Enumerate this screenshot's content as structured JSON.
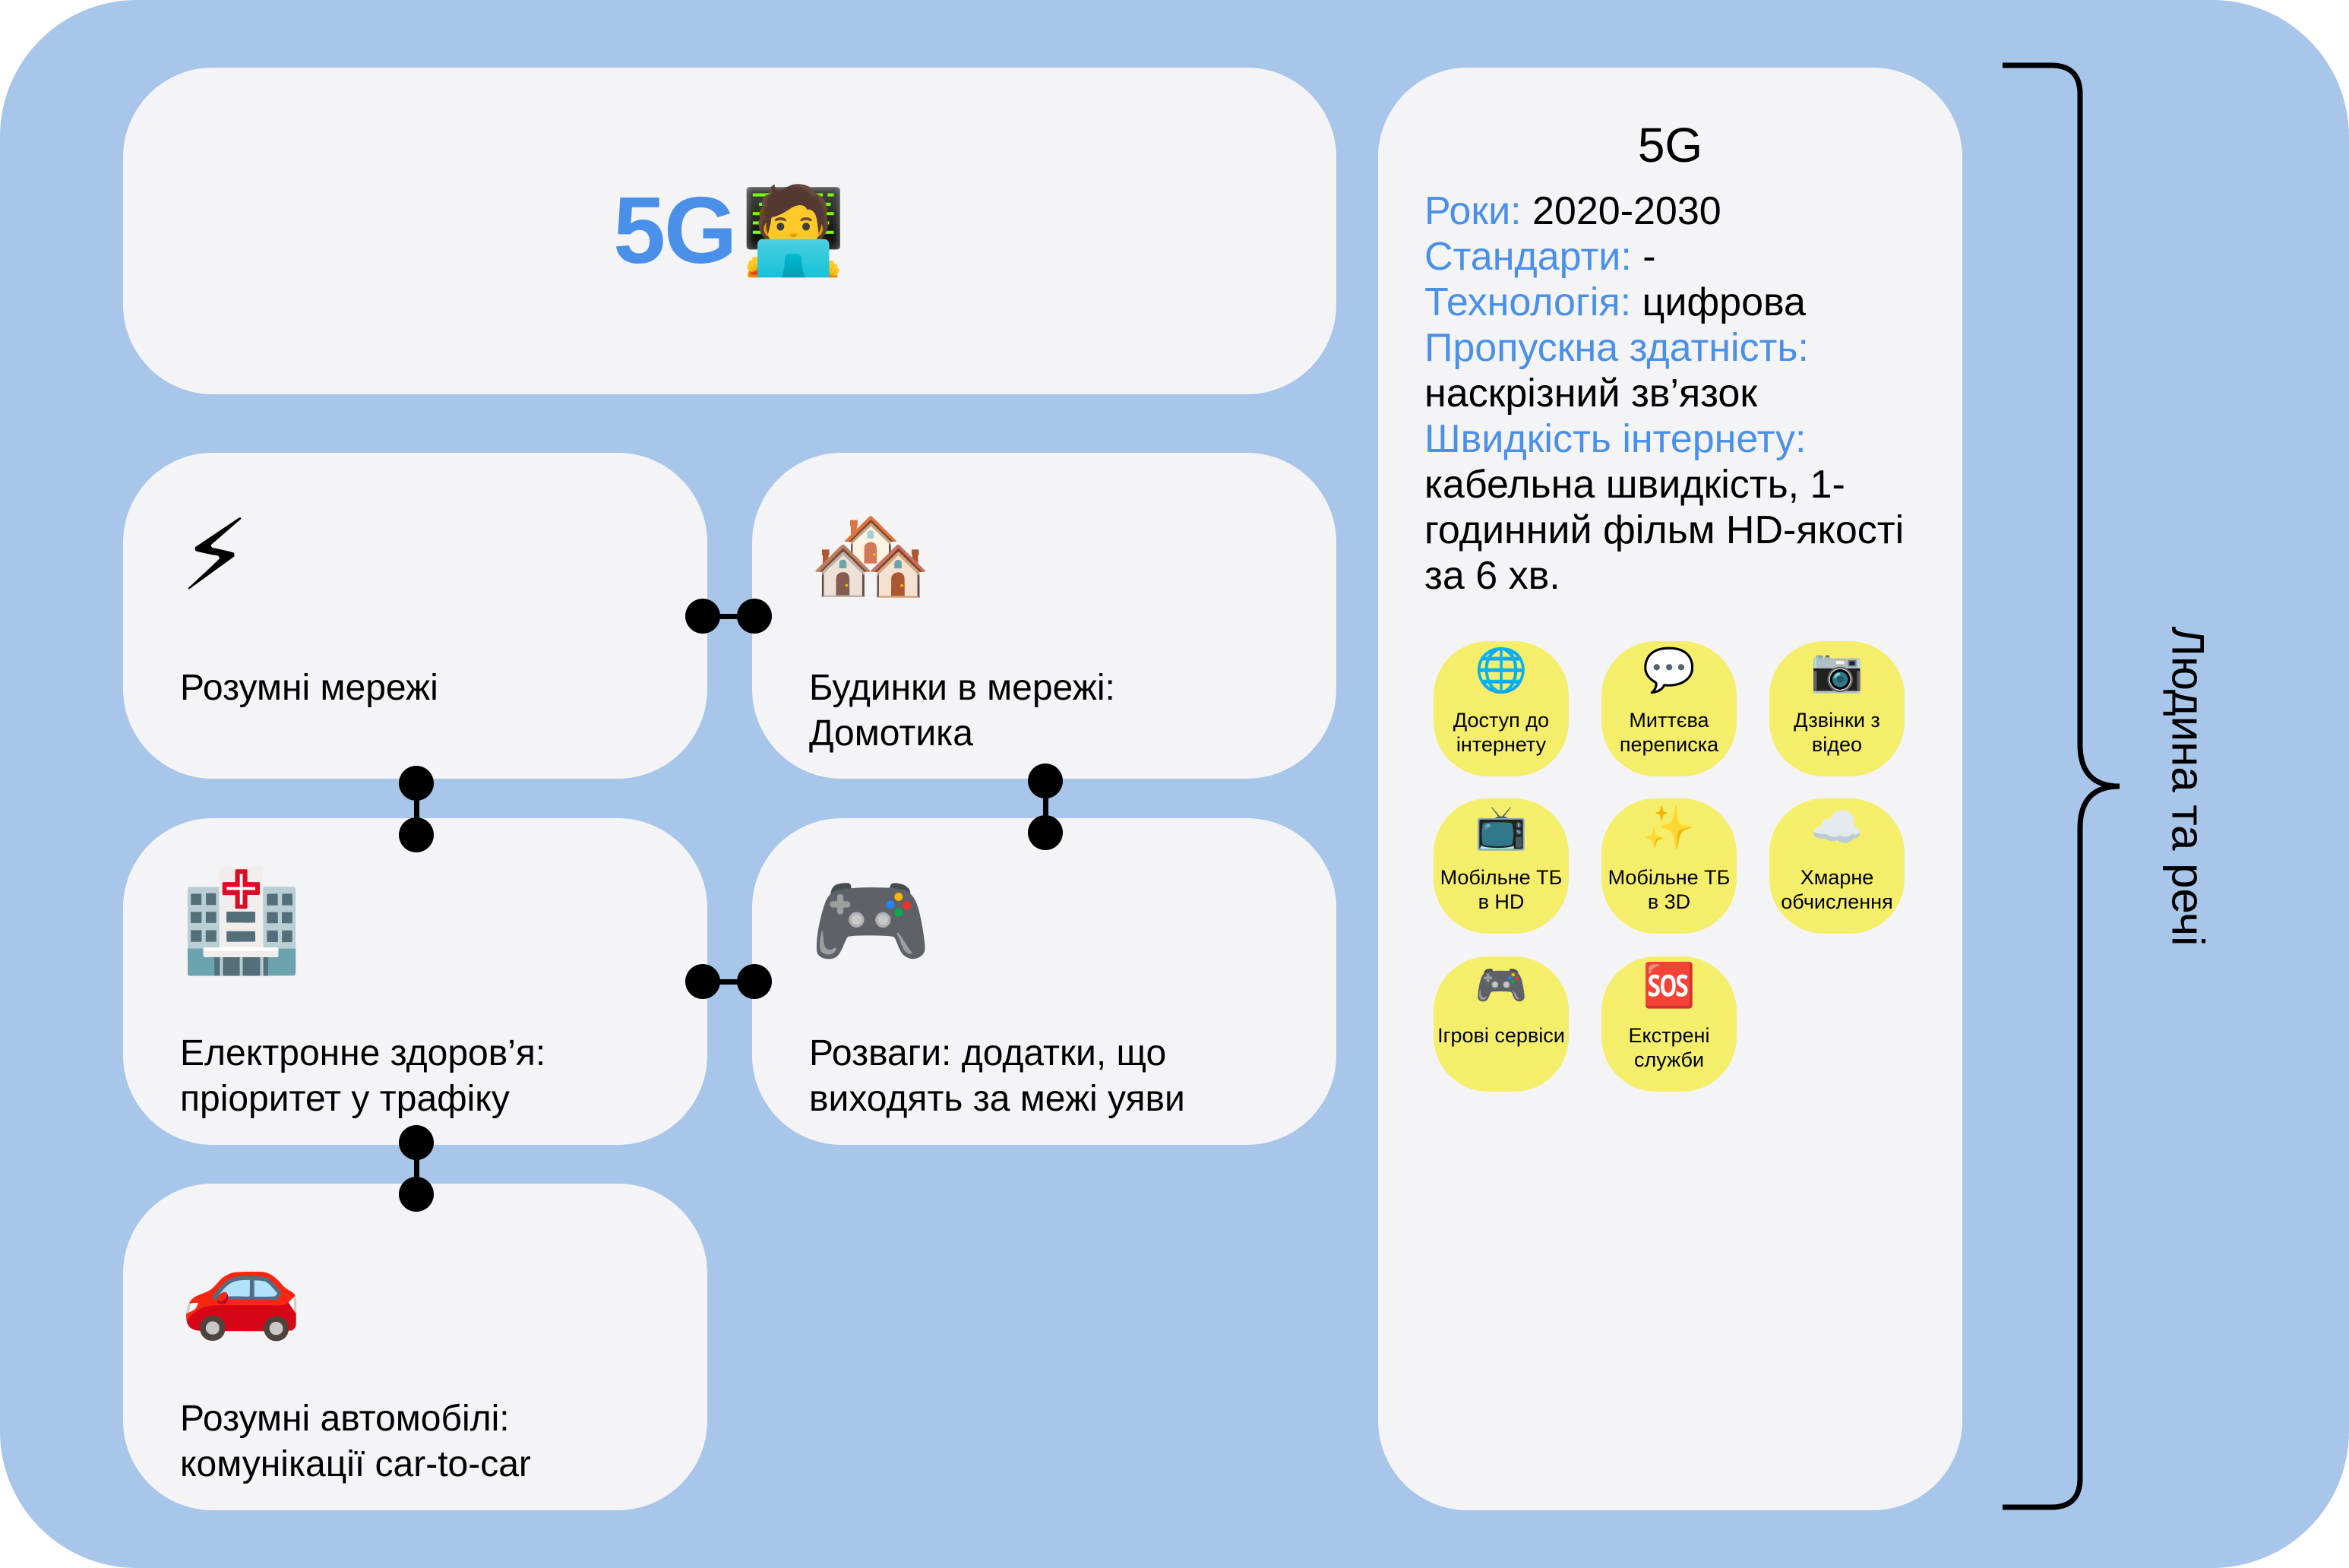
{
  "header": {
    "title": "5G",
    "emoji": "🧑‍💻"
  },
  "features": [
    {
      "emoji": "⚡",
      "label": "Розумні мережі"
    },
    {
      "emoji": "🏘️",
      "label": "Будинки в мережі: Домотика"
    },
    {
      "emoji": "🏥",
      "label": "Електронне здоров’я: пріоритет у трафіку"
    },
    {
      "emoji": "🎮",
      "label": "Розваги: додатки, що виходять за межі уяви"
    },
    {
      "emoji": "🚗",
      "label": "Розумні автомобілі: комунікації car-to-car"
    }
  ],
  "panel": {
    "title": "5G",
    "rows": [
      {
        "key": "Роки:",
        "value": " 2020-2030"
      },
      {
        "key": "Стандарти:",
        "value": " -"
      },
      {
        "key": "Технологія:",
        "value": " цифрова"
      },
      {
        "key": "Пропускна здатність:",
        "value": " наскрізний зв’язок"
      },
      {
        "key": "Швидкість інтернету:",
        "value": " кабельна швидкість, 1-годинний фільм HD-якості за 6 хв."
      }
    ],
    "services": [
      {
        "icon": "🌐",
        "label": "Доступ до інтернету"
      },
      {
        "icon": "💬",
        "label": "Миттєва переписка"
      },
      {
        "icon": "📷",
        "label": "Дзвінки з відео"
      },
      {
        "icon": "📺",
        "label": "Мобільне ТБ в HD"
      },
      {
        "icon": "✨",
        "label": "Мобільне ТБ в 3D"
      },
      {
        "icon": "☁️",
        "label": "Хмарне обчислення"
      },
      {
        "icon": "🎮",
        "label": "Ігрові сервіси"
      },
      {
        "icon": "🆘",
        "label": "Екстрені служби"
      }
    ]
  },
  "side_label": "Людина та речі",
  "colors": {
    "background": "#a8c5ea",
    "card": "#f4f4f7",
    "accent": "#4a8fe8",
    "tile": "#f4ee6a"
  }
}
